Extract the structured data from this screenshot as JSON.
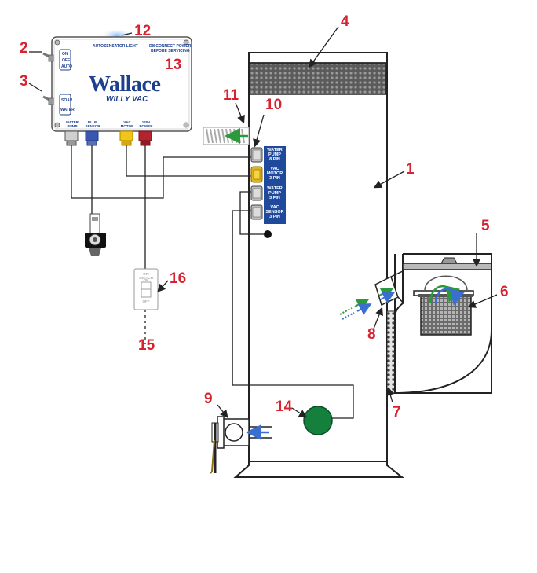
{
  "control_box": {
    "title_light": "AUTOSENSATOR LIGHT",
    "warning": [
      "DISCONNECT POWER",
      "BEFORE SERVICING"
    ],
    "brand": "Wallace",
    "sub_brand": "WILLY VAC",
    "mode_switch": [
      "ON",
      "OFF",
      "AUTO"
    ],
    "source_switch": [
      "SOAP",
      "WATER"
    ],
    "ports": [
      "WATER PUMP",
      "BLUE SENSOR",
      "VAC MOTOR",
      "120V POWER"
    ]
  },
  "connector_panel": {
    "labels": [
      [
        "WATER",
        "PUMP",
        "8 PIN"
      ],
      [
        "VAC",
        "MOTOR",
        "3 PIN"
      ],
      [
        "WATER",
        "PUMP",
        "3 PIN"
      ],
      [
        "VAC",
        "SENSOR",
        "3 PIN"
      ]
    ]
  },
  "rf_switch": {
    "title": "RFI SWITCH",
    "on": "ON",
    "off": "OFF"
  },
  "callouts": [
    "1",
    "2",
    "3",
    "4",
    "5",
    "6",
    "7",
    "8",
    "9",
    "10",
    "11",
    "12",
    "13",
    "14",
    "15",
    "16"
  ],
  "colors": {
    "callout": "#d7232f",
    "brand_blue": "#1d3f8f",
    "panel_blue": "#1f4a9c",
    "green_flow": "#2a9a3a",
    "blue_flow": "#3a6fcf",
    "motor_green": "#15803d"
  }
}
